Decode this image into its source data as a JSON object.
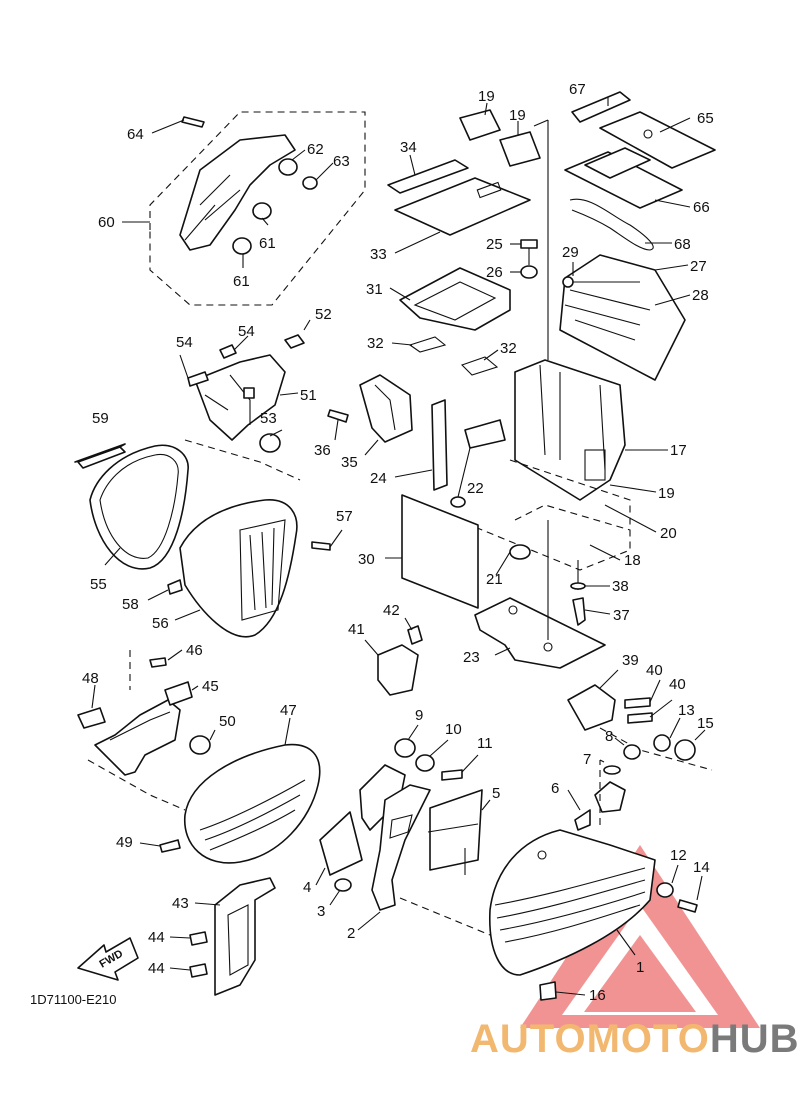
{
  "diagram": {
    "drawing_code": "1D71100-E210",
    "direction_label": "FWD",
    "callouts": [
      "1",
      "2",
      "3",
      "4",
      "5",
      "6",
      "7",
      "8",
      "9",
      "10",
      "11",
      "12",
      "13",
      "14",
      "15",
      "16",
      "17",
      "18",
      "19",
      "19",
      "19",
      "20",
      "21",
      "22",
      "23",
      "24",
      "25",
      "26",
      "27",
      "28",
      "29",
      "30",
      "31",
      "32",
      "32",
      "33",
      "34",
      "35",
      "36",
      "37",
      "38",
      "39",
      "40",
      "40",
      "41",
      "42",
      "43",
      "44",
      "44",
      "45",
      "46",
      "47",
      "48",
      "49",
      "50",
      "51",
      "52",
      "53",
      "54",
      "54",
      "55",
      "56",
      "57",
      "58",
      "59",
      "60",
      "61",
      "61",
      "62",
      "63",
      "64",
      "65",
      "66",
      "67",
      "68"
    ]
  },
  "watermark": {
    "brand_part1": "AUTOMOTO",
    "brand_part2": "HUB",
    "color_primary": "#f08080",
    "color_secondary": "#f2b870",
    "color_dark": "#7a7a7a"
  }
}
